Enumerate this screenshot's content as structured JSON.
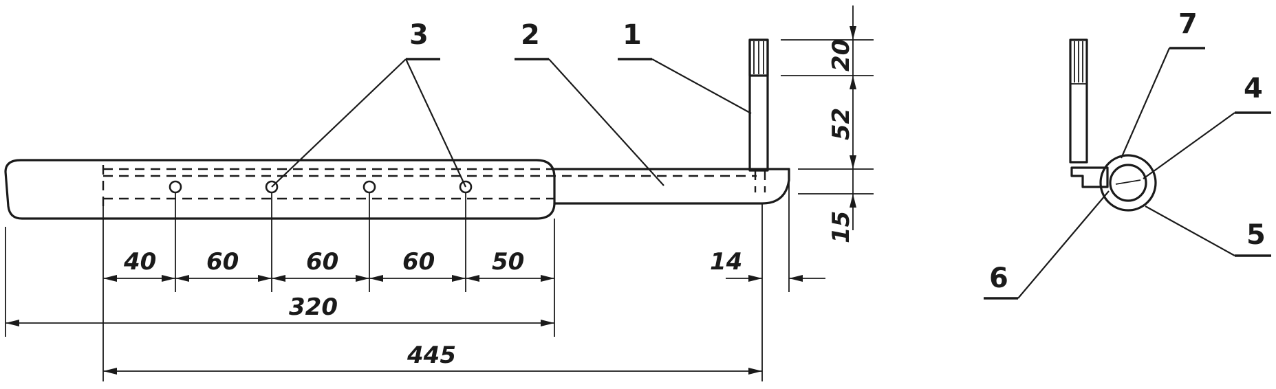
{
  "callouts": [
    "1",
    "2",
    "3",
    "4",
    "5",
    "6",
    "7"
  ],
  "dimensions": {
    "d40": "40",
    "d60a": "60",
    "d60b": "60",
    "d60c": "60",
    "d50": "50",
    "d320": "320",
    "d445": "445",
    "d14": "14",
    "d20": "20",
    "d52": "52",
    "d15": "15"
  }
}
